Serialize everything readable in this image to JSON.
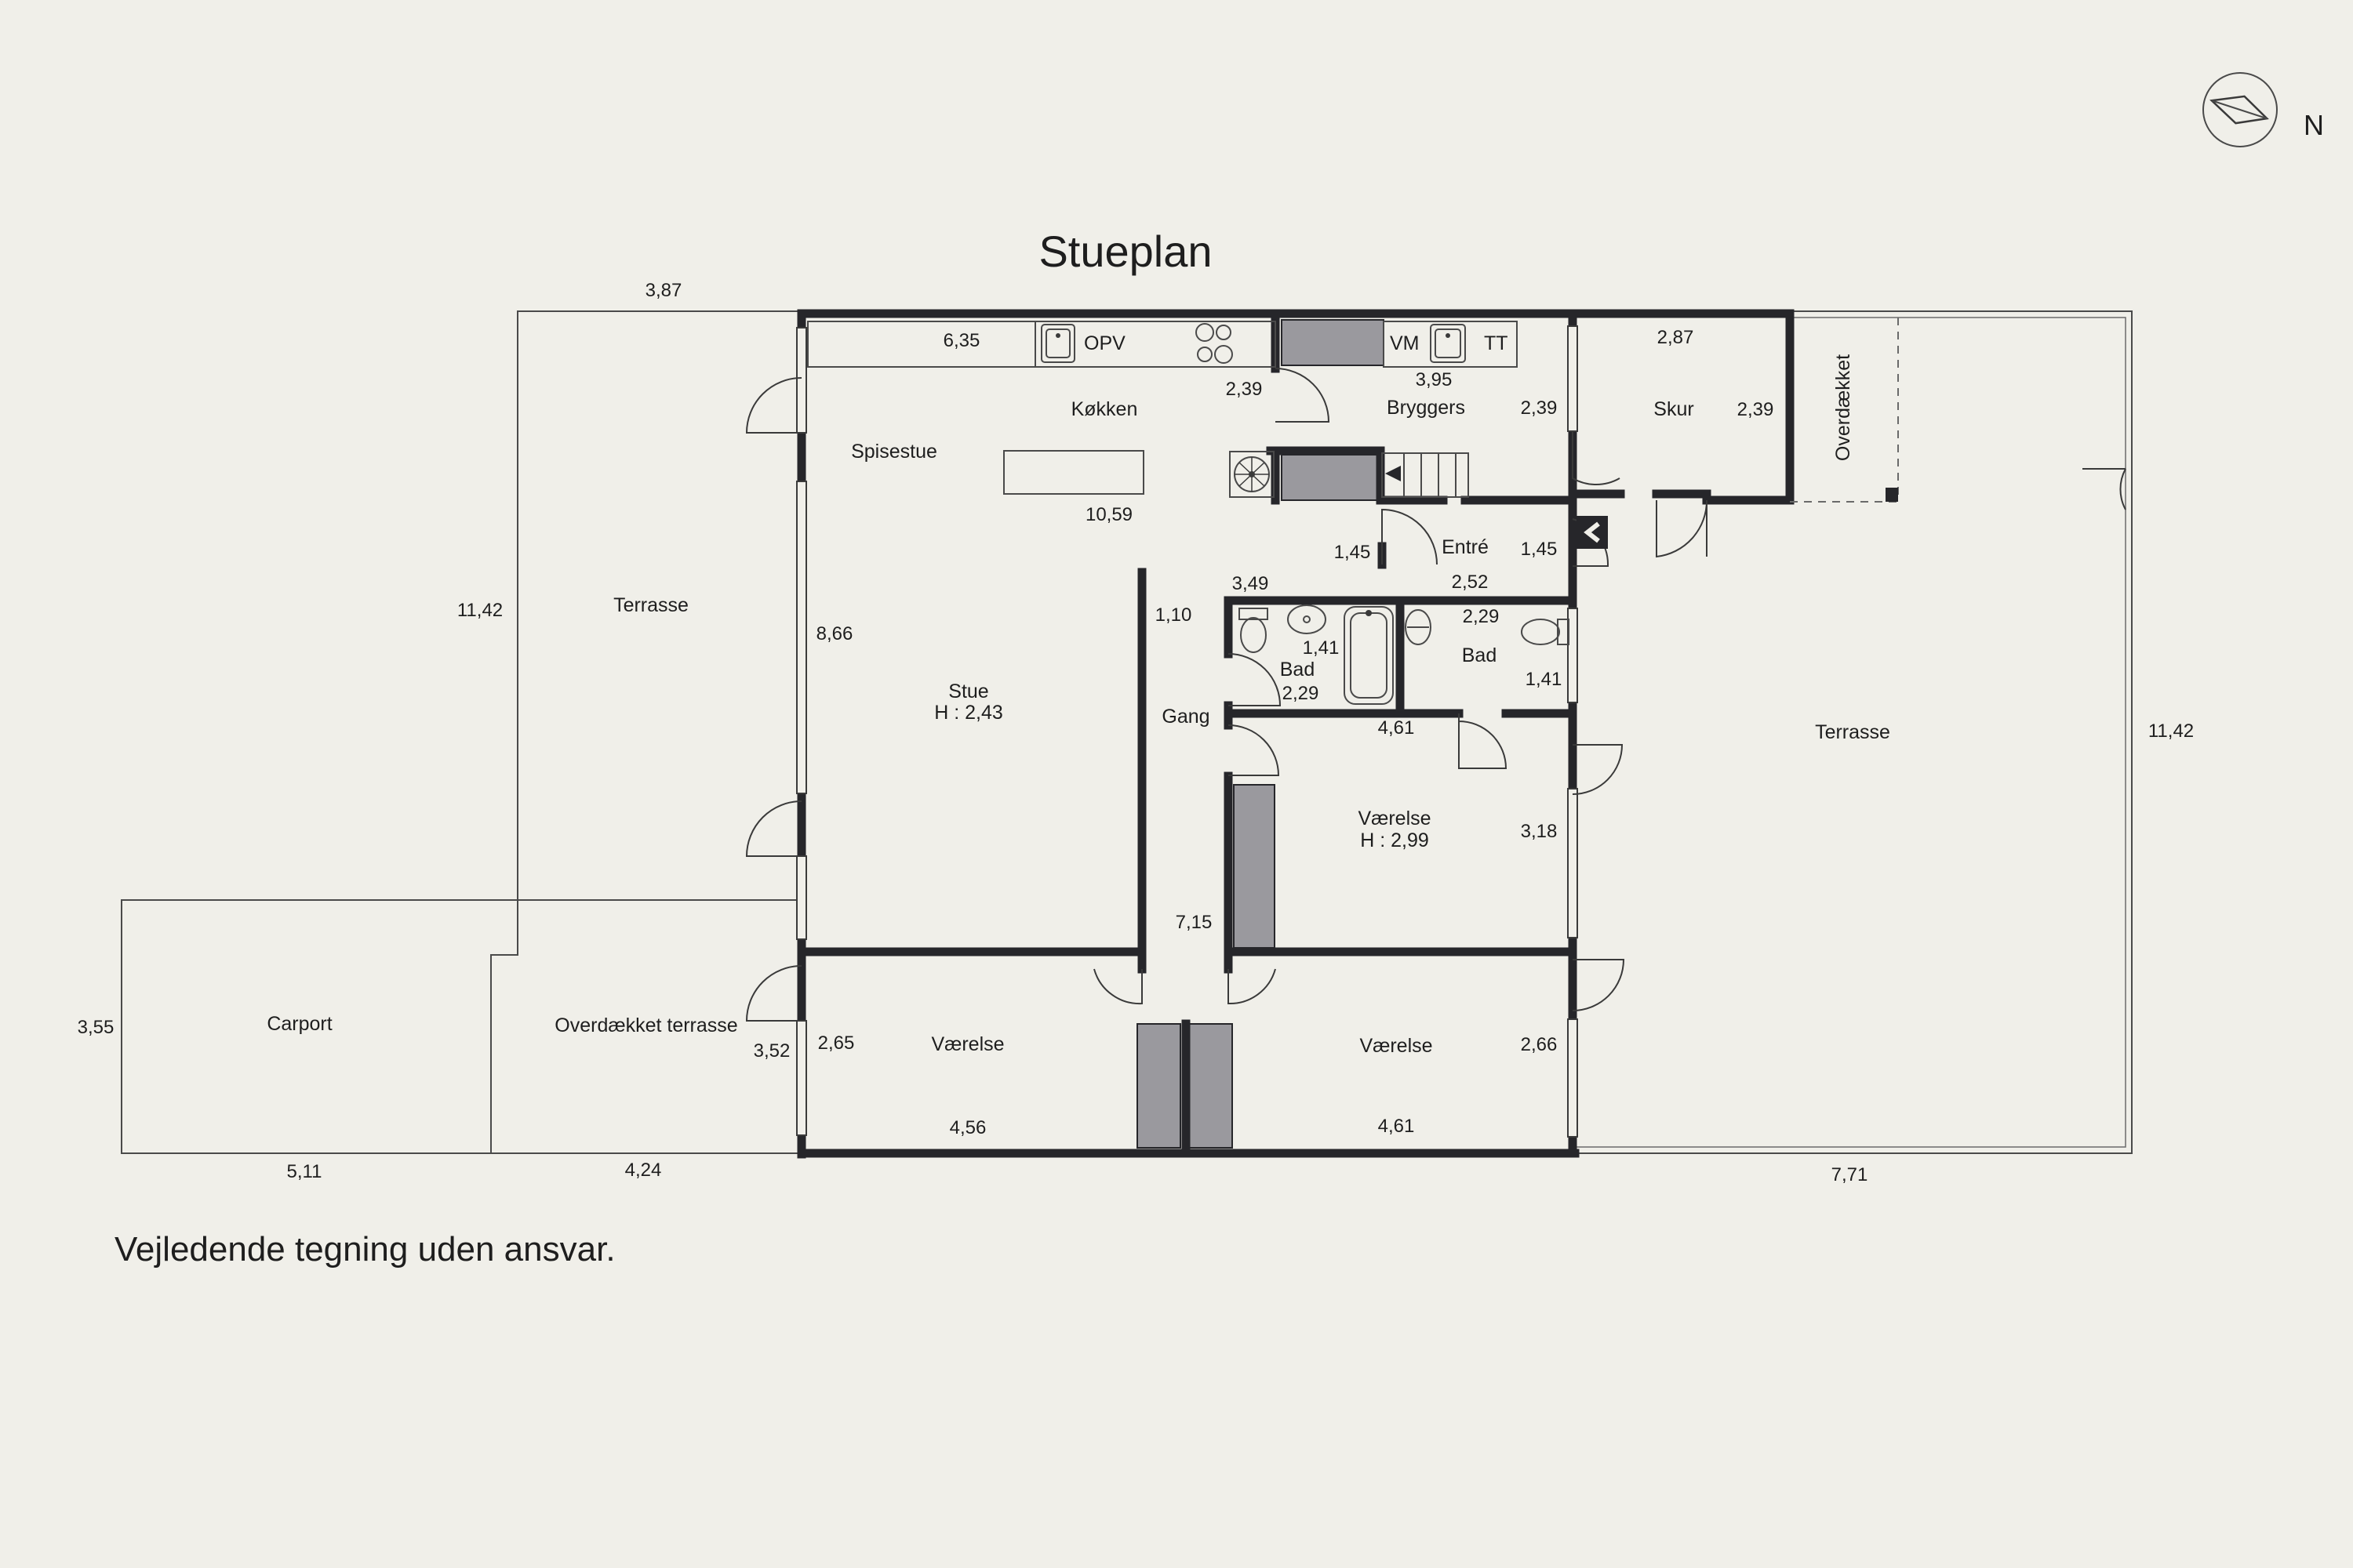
{
  "plan": {
    "title": "Stueplan",
    "disclaimer": "Vejledende tegning uden ansvar.",
    "compass_label": "N"
  },
  "rooms": {
    "koekken": "Køkken",
    "spisestue": "Spisestue",
    "stue": "Stue",
    "stue_height": "H : 2,43",
    "bryggers": "Bryggers",
    "skur": "Skur",
    "overdaekket": "Overdækket",
    "entre": "Entré",
    "bad1": "Bad",
    "bad2": "Bad",
    "gang": "Gang",
    "vaerelse_mid": "Værelse",
    "vaerelse_mid_height": "H : 2,99",
    "vaerelse_left": "Værelse",
    "vaerelse_right": "Værelse",
    "terrasse_left": "Terrasse",
    "terrasse_right": "Terrasse",
    "carport": "Carport",
    "overdaekket_terrasse": "Overdækket terrasse"
  },
  "fixtures": {
    "opv": "OPV",
    "vm": "VM",
    "tt": "TT"
  },
  "dimensions": {
    "d_3_87": "3,87",
    "d_6_35": "6,35",
    "d_2_39_kitchen": "2,39",
    "d_3_95": "3,95",
    "d_2_39_bryggers": "2,39",
    "d_2_87": "2,87",
    "d_2_39_skur": "2,39",
    "d_10_59": "10,59",
    "d_1_45_left": "1,45",
    "d_1_45_right": "1,45",
    "d_3_49": "3,49",
    "d_2_52": "2,52",
    "d_2_29_bad2": "2,29",
    "d_1_10": "1,10",
    "d_1_41_bad1": "1,41",
    "d_2_29_bad1": "2,29",
    "d_1_41_bad2": "1,41",
    "d_4_61_mid": "4,61",
    "d_3_18": "3,18",
    "d_11_42_left": "11,42",
    "d_8_66": "8,66",
    "d_11_42_right": "11,42",
    "d_7_15": "7,15",
    "d_3_55": "3,55",
    "d_3_52": "3,52",
    "d_2_65": "2,65",
    "d_2_66": "2,66",
    "d_4_56": "4,56",
    "d_4_61_bottom": "4,61",
    "d_5_11": "5,11",
    "d_4_24": "4,24",
    "d_7_71": "7,71"
  },
  "icons": {
    "compass": "compass-icon",
    "stove": "stove-icon",
    "sink": "sink-icon",
    "toilet": "toilet-icon",
    "bathtub": "bathtub-icon",
    "stairs": "stairs-icon",
    "spiral_stair": "spiral-stair-icon",
    "entry_arrow": "entry-arrow-icon"
  },
  "colors": {
    "background": "#f0efe9",
    "wall": "#26262a",
    "fill_block": "#9a999e"
  }
}
